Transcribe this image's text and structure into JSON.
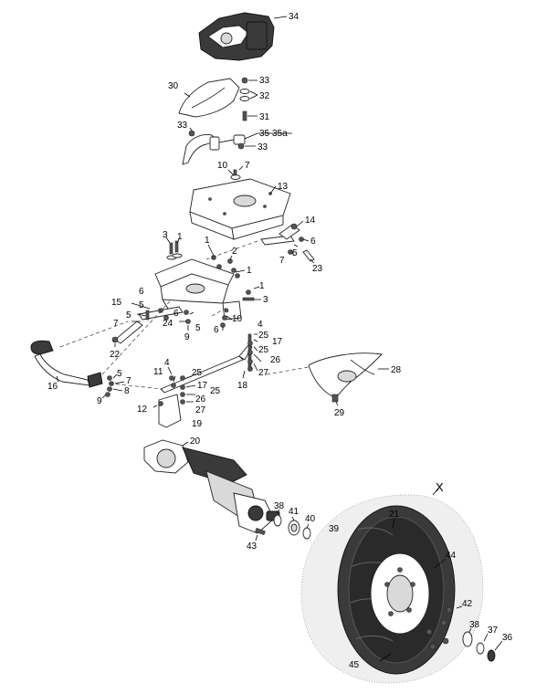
{
  "diagram": {
    "callouts": [
      "34",
      "30",
      "33",
      "32",
      "31",
      "33",
      "35",
      "35a",
      "33",
      "10",
      "7",
      "13",
      "14",
      "6",
      "5",
      "7",
      "23",
      "3",
      "1",
      "1",
      "2",
      "1",
      "1",
      "3",
      "10",
      "6",
      "6",
      "15",
      "5",
      "5",
      "7",
      "6",
      "24",
      "5",
      "9",
      "22",
      "4",
      "25",
      "17",
      "25",
      "26",
      "27",
      "28",
      "29",
      "16",
      "5",
      "7",
      "8",
      "9",
      "11",
      "4",
      "25",
      "17",
      "25",
      "26",
      "27",
      "12",
      "19",
      "18",
      "20",
      "38",
      "41",
      "40",
      "39",
      "43",
      "21",
      "44",
      "42",
      "38",
      "37",
      "36",
      "45"
    ],
    "view_marker": "X"
  }
}
